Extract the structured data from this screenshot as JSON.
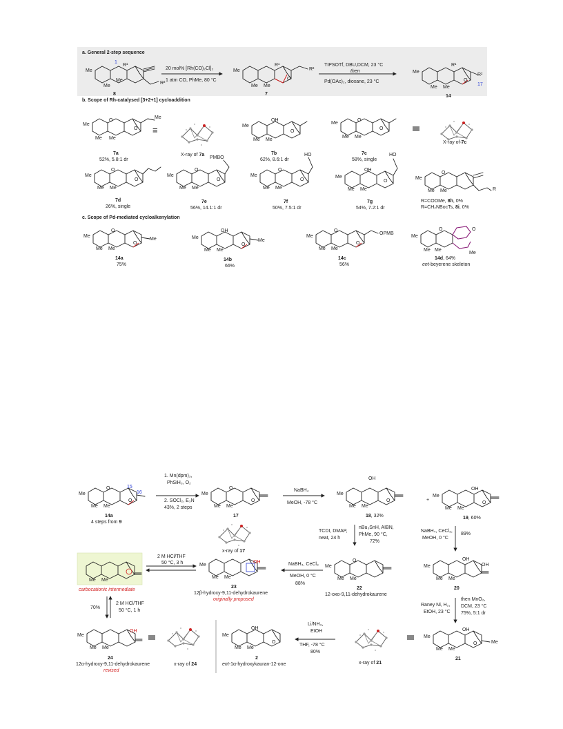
{
  "section_a": {
    "title": "a. General 2-step sequence",
    "arrow1": {
      "top": "20 mol% [Rh(CO)₂Cl]₂",
      "bottom": "1 atm CO, PhMe, 80 °C"
    },
    "arrow2": {
      "top": "TIPSOTf, DBU,DCM, 23 °C",
      "mid": "then",
      "bottom": "Pd(OAc)₂, dioxane, 23 °C"
    },
    "compounds": [
      {
        "id": "8",
        "labels": [
          "Me",
          "Me",
          "Me",
          "R¹",
          "R²",
          "1"
        ]
      },
      {
        "id": "7",
        "labels": [
          "Me",
          "Me",
          "Me",
          "R¹",
          "R²",
          "O"
        ]
      },
      {
        "id": "14",
        "labels": [
          "Me",
          "Me",
          "Me",
          "R¹",
          "R²",
          "O",
          "17"
        ]
      }
    ]
  },
  "section_b": {
    "title": "b. Scope of Rh-catalysed [3+2+1] cycloaddition",
    "row1": [
      {
        "id": "7a",
        "detail": "52%, 5.8:1 dr"
      },
      {
        "id": "xray7a",
        "detail": "X-ray of ",
        "ref": "7a"
      },
      {
        "id": "7b",
        "detail": "62%, 8.6:1 dr"
      },
      {
        "id": "7c",
        "detail": "58%, single"
      },
      {
        "id": "xray7c",
        "detail": "X-ray of ",
        "ref": "7c"
      }
    ],
    "row2": [
      {
        "id": "7d",
        "detail": "26%, single"
      },
      {
        "id": "7e",
        "detail": "56%, 14.1:1 dr"
      },
      {
        "id": "7f",
        "detail": "50%, 7.5:1 dr"
      },
      {
        "id": "7g",
        "detail": "54%, 7.2:1 dr"
      }
    ],
    "failed": [
      {
        "prefix": "R=COOMe, ",
        "id": "8h",
        "suffix": ", 0%"
      },
      {
        "prefix": "R=CH₂NBocTs, ",
        "id": "8i",
        "suffix": ", 0%"
      }
    ],
    "labels": {
      "me": "Me",
      "o": "O",
      "oh": "OH",
      "pmbo": "PMBO",
      "ho": "HO",
      "r": "R"
    }
  },
  "section_c": {
    "title": "c. Scope of Pd-mediated cycloalkenylation",
    "compounds": [
      {
        "id": "14a",
        "detail": "75%"
      },
      {
        "id": "14b",
        "detail": "66%"
      },
      {
        "id": "14c",
        "detail": "56%"
      },
      {
        "id": "14d",
        "detail": ", 64%",
        "note_em": "ent",
        "note": "-beyerene skeleton"
      }
    ],
    "labels": {
      "opmb": "OPMB"
    }
  },
  "synthesis": {
    "c14a": {
      "id": "14a",
      "note": "4 steps from ",
      "ref": "9",
      "num15": "15",
      "num16": "16"
    },
    "step1": {
      "l1": "1. Mn(dpm)₃,",
      "l2": "PhSiH₃, O₂",
      "l3": "2. SOCl₂, E₃N",
      "l4": "43%, 2 steps"
    },
    "c17": {
      "id": "17"
    },
    "step2": {
      "top": "NaBH₄",
      "bottom": "MeOH, -78 °C"
    },
    "c18": {
      "id": "18",
      "detail": ", 32%"
    },
    "plus": "+",
    "c19": {
      "id": "19",
      "detail": ", 60%"
    },
    "xray17": {
      "text": "x-ray of ",
      "ref": "17"
    },
    "step_22": {
      "l1": "TCDI, DMAP,",
      "l2": "neat, 24 h",
      "l3": "nBu₃SnH, AIBN,",
      "l4": "PhMe, 90 °C,",
      "l5": "72%"
    },
    "step_20": {
      "l1": "NaBH₄, CeCl₃,",
      "l2": "MeOH, 0 °C",
      "yield": "89%"
    },
    "step_carbo": {
      "top": "2 M HCl/THF",
      "bottom": "50 °C, 3 h"
    },
    "carbo": {
      "label": "carbocationic intermediate"
    },
    "c23": {
      "id": "23",
      "name": "12β-hydroxy-9,11-dehydrokaurene",
      "note": "originally proposed"
    },
    "step_23": {
      "l1": "NaBH₄, CeCl₃",
      "l2": "MeOH, 0 °C",
      "l3": "88%"
    },
    "c22": {
      "id": "22",
      "name": "12-oxo-9,11-dehydrokaurene"
    },
    "c20": {
      "id": "20"
    },
    "step_24": {
      "yield": "70%",
      "l1": "2 M HCl/THF",
      "l2": "50 °C, 1 h"
    },
    "step_21": {
      "l1": "Raney Ni, H₂,",
      "l2": "EtOH, 23 °C",
      "l3": "then MnO₂,",
      "l4": "DCM, 23 °C",
      "l5": "75%, 5:1 dr"
    },
    "c24": {
      "id": "24",
      "name": "12α-hydroxy-9,11-dehydrokaurene",
      "note": "revised"
    },
    "xray24": {
      "text": "x-ray of ",
      "ref": "24"
    },
    "c2": {
      "id": "2",
      "name_em": "ent",
      "name": "-1α-hydroxykauran-12-one"
    },
    "step_2": {
      "l1": "Li/NH₃,",
      "l2": "EtOH",
      "l3": "THF, -78 °C",
      "l4": "80%"
    },
    "xray21": {
      "text": "x-ray of ",
      "ref": "21"
    },
    "c21": {
      "id": "21"
    },
    "labels": {
      "me": "Me",
      "o": "O",
      "oh": "OH"
    }
  },
  "colors": {
    "accent_red": "#d21f1f",
    "accent_blue": "#2c3fd6",
    "panel_gray": "#ececec",
    "highlight_yellow": "#eef6d2",
    "purple": "#8b1f7a"
  },
  "icons": [
    "equals-sign-icon",
    "reaction-arrow-icon",
    "equilibrium-arrow-icon",
    "crystal-structure-icon"
  ]
}
